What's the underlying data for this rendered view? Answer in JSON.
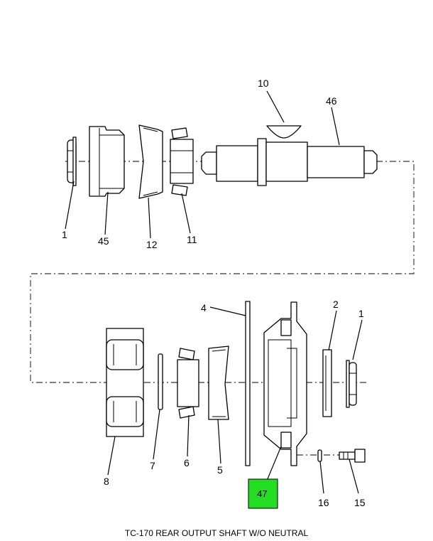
{
  "caption": "TC-170 REAR OUTPUT SHAFT W/O NEUTRAL",
  "callouts": {
    "c1_top": "1",
    "c45": "45",
    "c12": "12",
    "c11": "11",
    "c10": "10",
    "c46": "46",
    "c4": "4",
    "c2": "2",
    "c1_bottom": "1",
    "c8": "8",
    "c7": "7",
    "c6": "6",
    "c5": "5",
    "c47": "47",
    "c16": "16",
    "c15": "15"
  },
  "highlight": {
    "part": "47",
    "color": "#22dd22"
  }
}
